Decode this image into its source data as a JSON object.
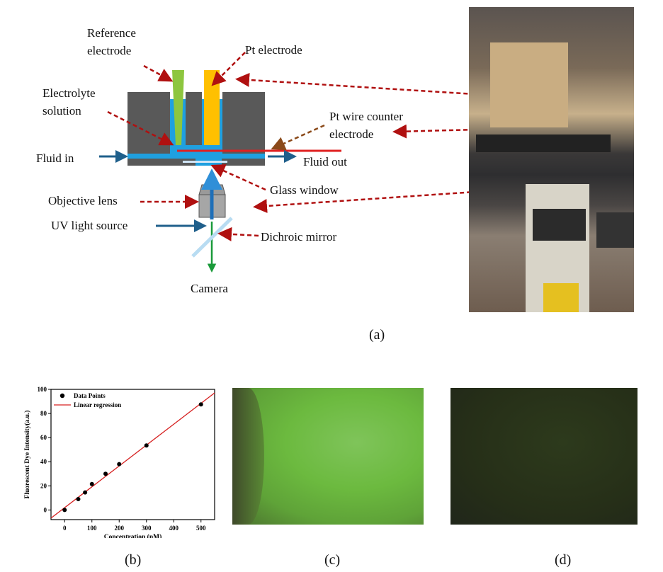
{
  "panel_a": {
    "label": "(a)",
    "labels": {
      "reference_electrode": [
        "Reference",
        "electrode"
      ],
      "pt_electrode": "Pt electrode",
      "electrolyte_solution": [
        "Electrolyte",
        "solution"
      ],
      "pt_wire_counter_electrode": [
        "Pt wire counter",
        "electrode"
      ],
      "fluid_in": "Fluid in",
      "fluid_out": "Fluid out",
      "glass_window": "Glass window",
      "objective_lens": "Objective lens",
      "uv_light_source": "UV light source",
      "dichroic_mirror": "Dichroic mirror",
      "camera": "Camera"
    },
    "colors": {
      "cell": "#595959",
      "fluid": "#1fa0e0",
      "reference": "#8dc63f",
      "pt": "#ffc000",
      "wire": "#e02020",
      "arrow": "#b01010",
      "flow": "#1f5f8b",
      "emission": "#1a9a3a"
    }
  },
  "panel_b": {
    "label": "(b)"
  },
  "panel_c": {
    "label": "(c)"
  },
  "panel_d": {
    "label": "(d)"
  },
  "chart_data": {
    "type": "scatter",
    "xlabel": "Concentration (nM)",
    "ylabel": "Fluorescent Dye Intensity(a.u.)",
    "xlim": [
      -50,
      550
    ],
    "ylim": [
      -8,
      100
    ],
    "xticks": [
      0,
      100,
      200,
      300,
      400,
      500
    ],
    "yticks": [
      0,
      20,
      40,
      60,
      80,
      100
    ],
    "legend": {
      "placement": "top-left",
      "entries": [
        "Data Points",
        "Linear regression"
      ]
    },
    "series": [
      {
        "name": "Data Points",
        "x": [
          0,
          50,
          75,
          100,
          150,
          200,
          300,
          500
        ],
        "y": [
          0,
          9,
          14.5,
          21.5,
          30,
          38,
          53.5,
          87.5
        ],
        "color": "#000000"
      },
      {
        "name": "Linear regression",
        "slope": 0.173,
        "intercept": 1.9,
        "color": "#d62020"
      }
    ]
  }
}
